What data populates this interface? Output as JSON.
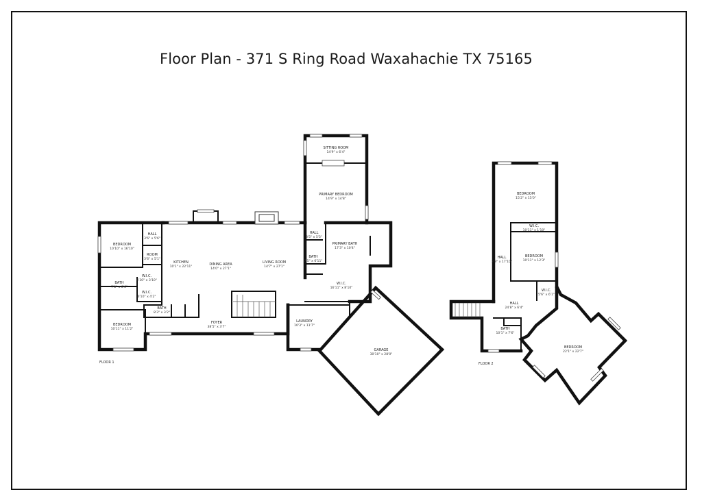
{
  "title": "Floor Plan - 371 S Ring Road Waxahachie TX 75165",
  "floor1": {
    "label": "FLOOR 1",
    "rooms": [
      {
        "name": "BEDROOM",
        "dims": "10'10\" x 16'10\""
      },
      {
        "name": "HALL",
        "dims": "3'6\" x 5'6\""
      },
      {
        "name": "ROOM",
        "dims": "3'6\" x 5'1\""
      },
      {
        "name": "KITCHEN",
        "dims": "10'1\" x 22'11\""
      },
      {
        "name": "DINING AREA",
        "dims": "14'0\" x 27'1\""
      },
      {
        "name": "LIVING ROOM",
        "dims": "14'7\" x 27'1\""
      },
      {
        "name": "W.I.C.",
        "dims": "6'10\" x 3'10\""
      },
      {
        "name": "BATH",
        "dims": "7'8\" x 8'6\""
      },
      {
        "name": "W.I.C.",
        "dims": "6'10\" x 4'2\""
      },
      {
        "name": "BATH",
        "dims": "8'3\" x 3'2\""
      },
      {
        "name": "BEDROOM",
        "dims": "10'11\" x 11'2\""
      },
      {
        "name": "FOYER",
        "dims": "38'5\" x 3'7\""
      },
      {
        "name": "SITTING ROOM",
        "dims": "14'9\" x 6'4\""
      },
      {
        "name": "PRIMARY BEDROOM",
        "dims": "14'9\" x 14'8\""
      },
      {
        "name": "HALL",
        "dims": "3'5\" x 5'5\""
      },
      {
        "name": "PRIMARY BATH",
        "dims": "17'3\" x 10'4\""
      },
      {
        "name": "BATH",
        "dims": "7'5\" x 6'11\""
      },
      {
        "name": "W.I.C.",
        "dims": "16'11\" x 8'10\""
      },
      {
        "name": "LAUNDRY",
        "dims": "10'3\" x 11'7\""
      },
      {
        "name": "GARAGE",
        "dims": "30'10\" x 28'0\""
      }
    ]
  },
  "floor2": {
    "label": "FLOOR 2",
    "rooms": [
      {
        "name": "BEDROOM",
        "dims": "15'2\" x 15'0\""
      },
      {
        "name": "W.I.C.",
        "dims": "10'11\" x 1'10\""
      },
      {
        "name": "HALL",
        "dims": "3'9\" x 17'10\""
      },
      {
        "name": "BEDROOM",
        "dims": "10'11\" x 12'3\""
      },
      {
        "name": "W.I.C.",
        "dims": "5'6\" x 6'1\""
      },
      {
        "name": "HALL",
        "dims": "24'8\" x 6'4\""
      },
      {
        "name": "BATH",
        "dims": "10'1\" x 7'6\""
      },
      {
        "name": "BEDROOM",
        "dims": "22'1\" x 22'7\""
      }
    ]
  }
}
